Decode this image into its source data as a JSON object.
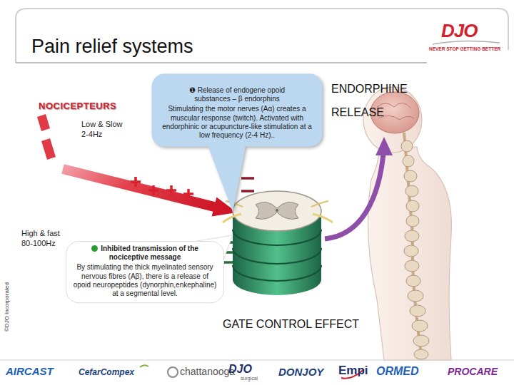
{
  "diagram": {
    "title": "Pain relief systems",
    "nodes": [
      {
        "text": [
          "❶ Release of endogene opoid substances – β endorphins",
          "Stimulating the motor nerves (Aα) creates a muscular response (twitch). Activated with endorphinic or acupuncture-like stimulation at a low frequency (2-4 Hz).."
        ]
      },
      {
        "text": [
          "Inhibited transmission of the nociceptive message",
          "By stimulating the thick myelinated sensory nervous fibres (Aβ), there is a release of opoid neuropeptides (dynorphin,enkephaline) at a segmental level."
        ]
      }
    ],
    "labels": [
      "NOCICEPTEURS",
      "Low & Slow 2-4Hz",
      "High & fast 80-100Hz",
      "ENDORPHINE RELEASE",
      "GATE CONTROL EFFECT",
      "©DJO Incorporated",
      "DJO",
      "NEVER STOP GETTING BETTER",
      "AIRCAST",
      "CefarCompex",
      "chattanooga",
      "DJO",
      "surgical",
      "DONJOY",
      "Empi",
      "ORMED",
      "PROCARE"
    ]
  }
}
